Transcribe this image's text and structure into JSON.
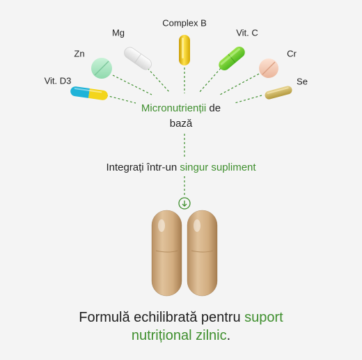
{
  "nutrients": [
    {
      "key": "vitd3",
      "label": "Vit. D3"
    },
    {
      "key": "zn",
      "label": "Zn"
    },
    {
      "key": "mg",
      "label": "Mg"
    },
    {
      "key": "complexb",
      "label": "Complex B"
    },
    {
      "key": "vitc",
      "label": "Vit. C"
    },
    {
      "key": "cr",
      "label": "Cr"
    },
    {
      "key": "se",
      "label": "Se"
    }
  ],
  "center": {
    "label_green": "Micronutrienții",
    "label_rest1": " de",
    "label_line2": "bază"
  },
  "integrated": {
    "prefix": "Integrați într-un ",
    "highlight": "singur supliment"
  },
  "final": {
    "part1": "Formulă echilibrată pentru ",
    "highlight1": "suport",
    "highlight2": "nutrițional zilnic",
    "suffix": "."
  },
  "colors": {
    "accent_green": "#3f8f2e",
    "text": "#222222",
    "background": "#f4f4f4"
  }
}
